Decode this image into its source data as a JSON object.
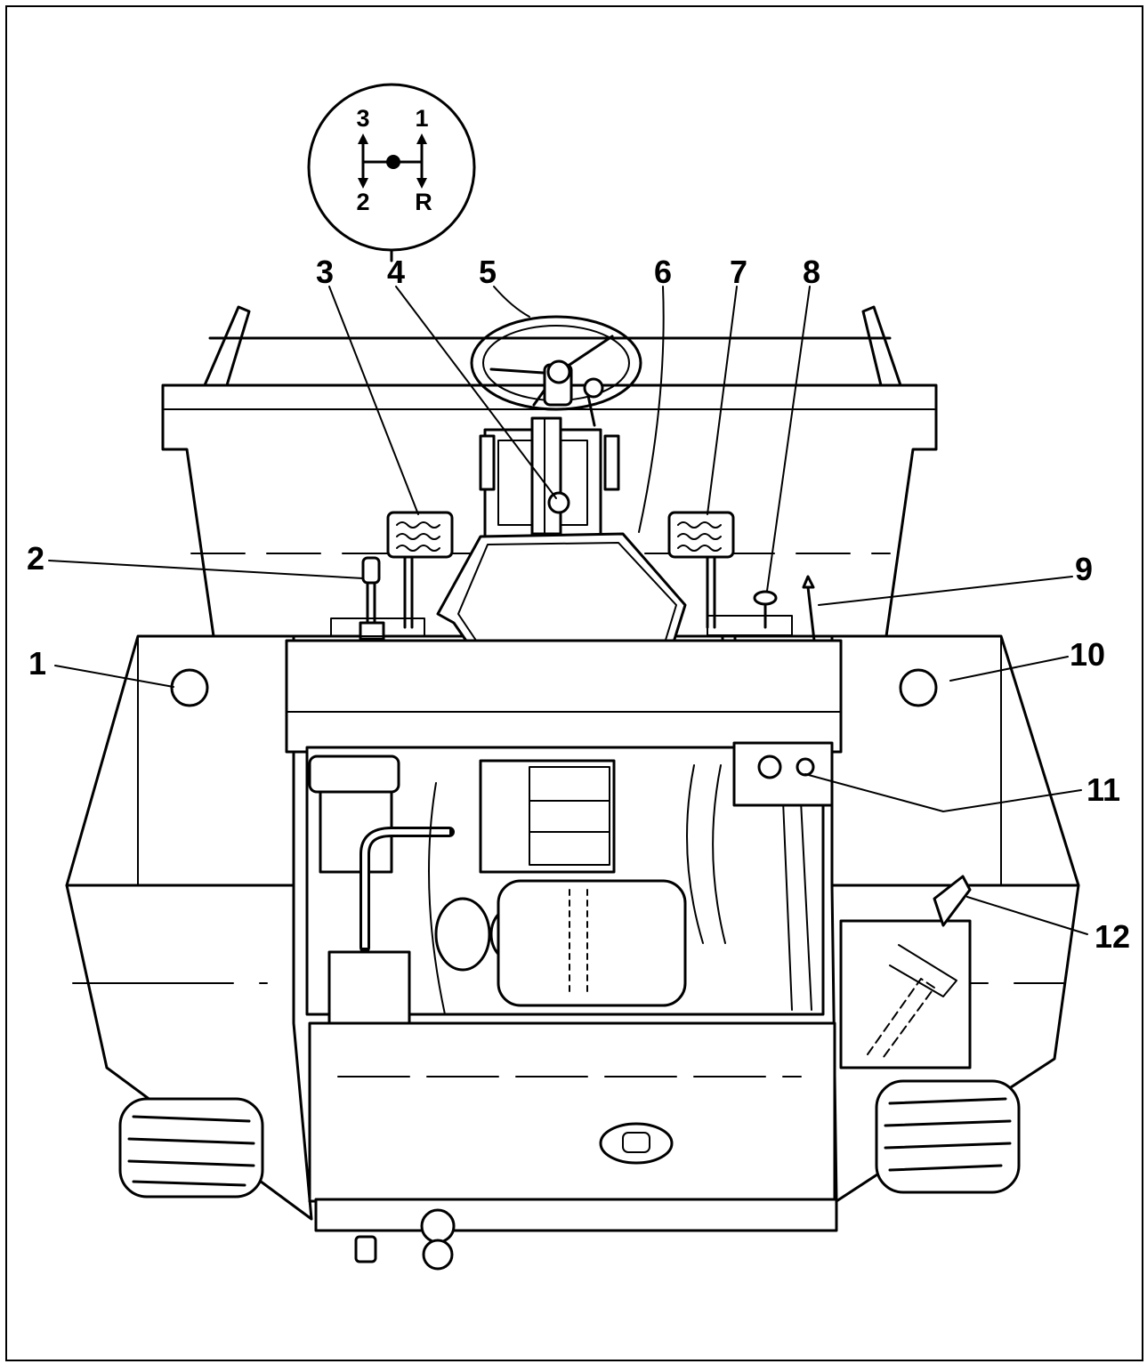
{
  "gear_diagram": {
    "positions": [
      "3",
      "1",
      "2",
      "R"
    ]
  },
  "callouts": [
    {
      "number": "1"
    },
    {
      "number": "2"
    },
    {
      "number": "3"
    },
    {
      "number": "4"
    },
    {
      "number": "5"
    },
    {
      "number": "6"
    },
    {
      "number": "7"
    },
    {
      "number": "8"
    },
    {
      "number": "9"
    },
    {
      "number": "10"
    },
    {
      "number": "11"
    },
    {
      "number": "12"
    }
  ],
  "colors": {
    "line": "#000000",
    "background": "#ffffff"
  }
}
